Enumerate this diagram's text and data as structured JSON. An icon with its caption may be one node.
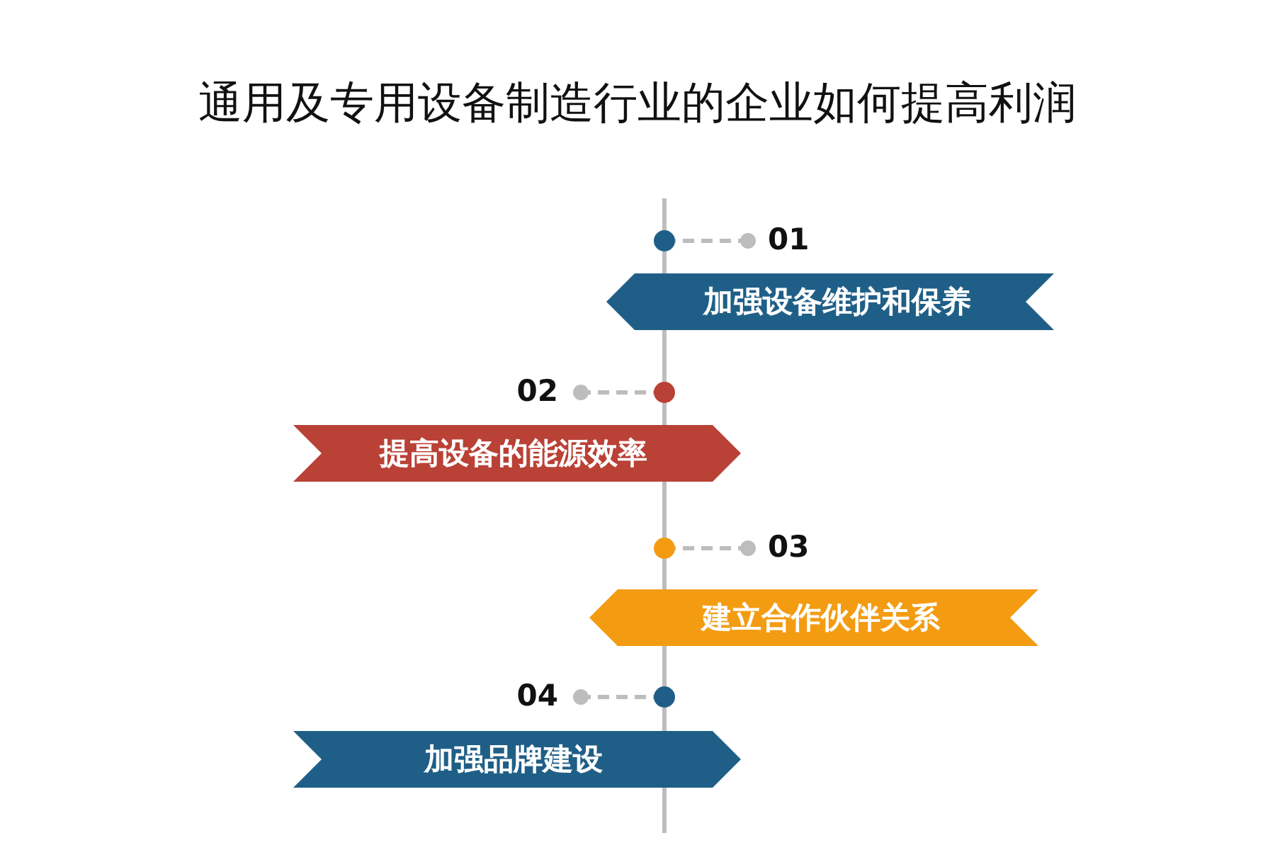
{
  "diagram": {
    "title": "通用及专用设备制造行业的企业如何提高利润",
    "nodes": [
      {
        "text": [
          "加强设备维护和保养"
        ]
      },
      {
        "text": [
          "提高设备的能源效率"
        ]
      },
      {
        "text": [
          "建立合作伙伴关系"
        ]
      },
      {
        "text": [
          "加强品牌建设"
        ]
      }
    ],
    "labels": [
      "01",
      "02",
      "03",
      "04"
    ]
  }
}
